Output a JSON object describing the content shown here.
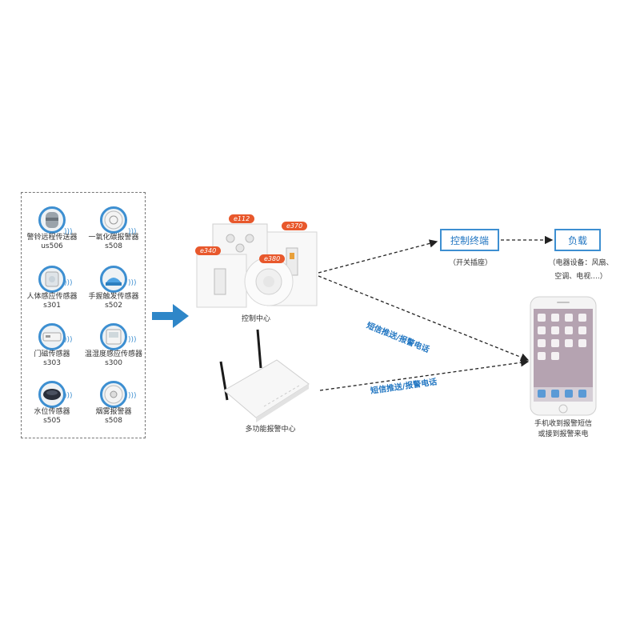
{
  "sensors": [
    {
      "name": "警铃远程传送器",
      "model": "us506"
    },
    {
      "name": "一氧化碳报警器",
      "model": "s508"
    },
    {
      "name": "人体感应传感器",
      "model": "s301"
    },
    {
      "name": "手握触发传感器",
      "model": "s502"
    },
    {
      "name": "门磁传感器",
      "model": "s303"
    },
    {
      "name": "温湿度感应传感器",
      "model": "s300"
    },
    {
      "name": "水位传感器",
      "model": "s505"
    },
    {
      "name": "烟雾报警器",
      "model": "s508"
    }
  ],
  "control_center": {
    "label": "控制中心",
    "tags": [
      "e112",
      "e370",
      "e340",
      "e380"
    ]
  },
  "alarm_center": {
    "label": "多功能报警中心"
  },
  "control_terminal": {
    "label": "控制终端",
    "sub": "（开关插座）"
  },
  "load": {
    "label": "负载",
    "sub_line1": "（电器设备：风扇、",
    "sub_line2": "空调、电视....）"
  },
  "links": {
    "upper": "短信推送/报警电话",
    "lower": "短信推送/报警电话"
  },
  "phone": {
    "caption_line1": "手机收到报警短信",
    "caption_line2": "或接到报警来电"
  },
  "colors": {
    "accent": "#3d8fd1",
    "tag": "#e8582c"
  }
}
